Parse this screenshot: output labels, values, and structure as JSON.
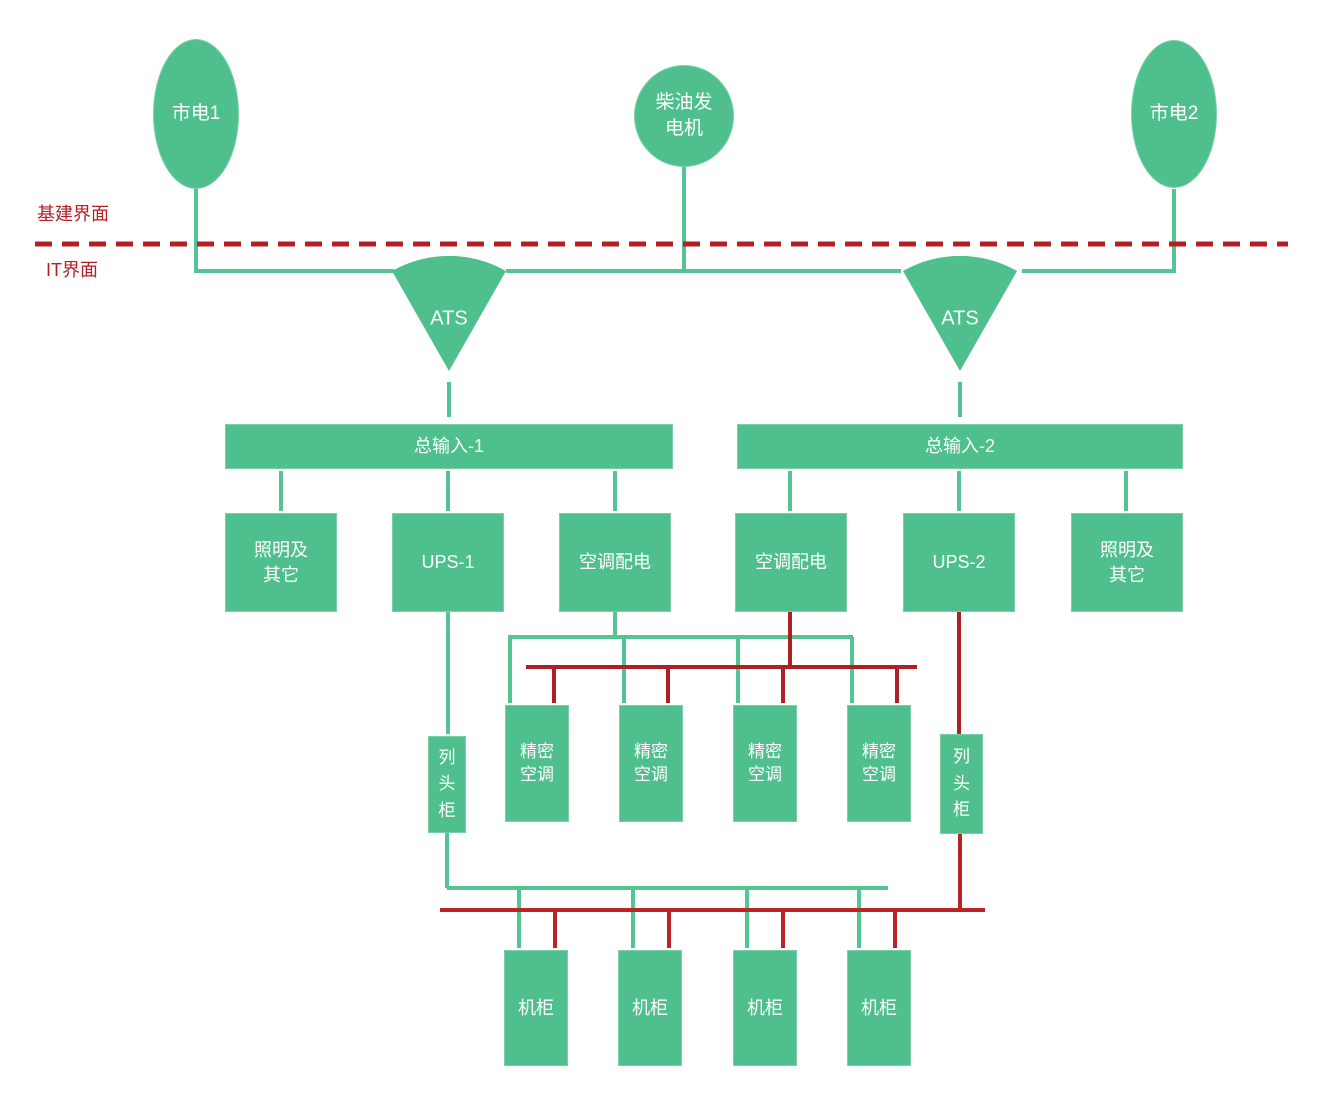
{
  "diagram": {
    "type": "data-center-power-distribution",
    "zone_labels": {
      "infra": "基建界面",
      "it": "IT界面"
    },
    "sources": [
      {
        "label": "市电1"
      },
      {
        "label": "柴油发电机"
      },
      {
        "label": "市电2"
      }
    ],
    "ats": [
      {
        "label": "ATS"
      },
      {
        "label": "ATS"
      }
    ],
    "mains": [
      {
        "label": "总输入-1"
      },
      {
        "label": "总输入-2"
      }
    ],
    "row1": [
      {
        "label": "照明及其它"
      },
      {
        "label": "UPS-1"
      },
      {
        "label": "空调配电"
      },
      {
        "label": "空调配电"
      },
      {
        "label": "UPS-2"
      },
      {
        "label": "照明及其它"
      }
    ],
    "row_head": [
      {
        "label": "列头柜"
      },
      {
        "label": "列头柜"
      }
    ],
    "precision_ac": [
      {
        "label": "精密空调"
      },
      {
        "label": "精密空调"
      },
      {
        "label": "精密空调"
      },
      {
        "label": "精密空调"
      }
    ],
    "racks": [
      {
        "label": "机柜"
      },
      {
        "label": "机柜"
      },
      {
        "label": "机柜"
      },
      {
        "label": "机柜"
      }
    ],
    "colors": {
      "node_green": "#4FC08D",
      "wire_green": "#55C493",
      "wire_red_dark": "#AC2125",
      "wire_red_bright": "#BC2327",
      "divider_red": "#B41F24"
    }
  }
}
